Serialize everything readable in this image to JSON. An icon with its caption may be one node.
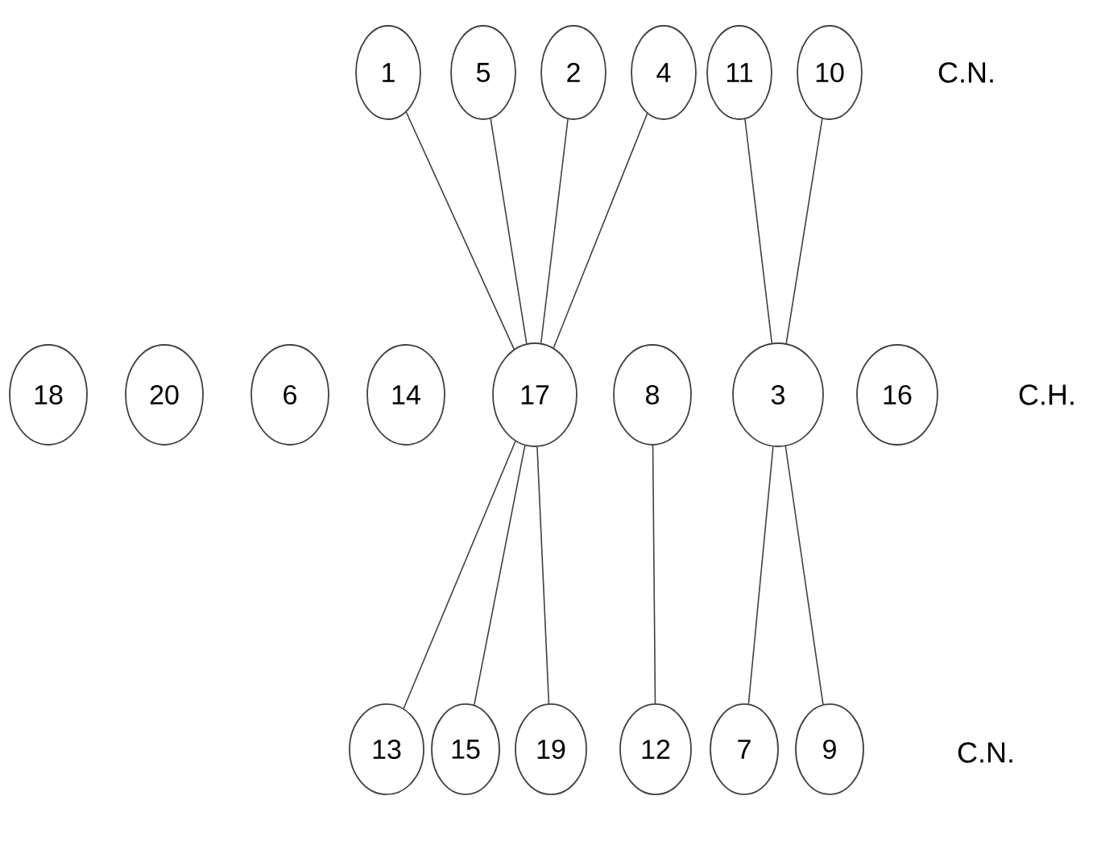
{
  "diagram": {
    "nodes": [
      {
        "text": [
          "1"
        ]
      },
      {
        "text": [
          "5"
        ]
      },
      {
        "text": [
          "2"
        ]
      },
      {
        "text": [
          "4"
        ]
      },
      {
        "text": [
          "11"
        ]
      },
      {
        "text": [
          "10"
        ]
      },
      {
        "text": [
          "18"
        ]
      },
      {
        "text": [
          "20"
        ]
      },
      {
        "text": [
          "6"
        ]
      },
      {
        "text": [
          "14"
        ]
      },
      {
        "text": [
          "17"
        ]
      },
      {
        "text": [
          "8"
        ]
      },
      {
        "text": [
          "3"
        ]
      },
      {
        "text": [
          "16"
        ]
      },
      {
        "text": [
          "13"
        ]
      },
      {
        "text": [
          "15"
        ]
      },
      {
        "text": [
          "19"
        ]
      },
      {
        "text": [
          "12"
        ]
      },
      {
        "text": [
          "7"
        ]
      },
      {
        "text": [
          "9"
        ]
      }
    ],
    "edges": [
      {
        "from": 0,
        "to": 10,
        "arrow": "none"
      },
      {
        "from": 1,
        "to": 10,
        "arrow": "none"
      },
      {
        "from": 2,
        "to": 10,
        "arrow": "none"
      },
      {
        "from": 3,
        "to": 10,
        "arrow": "none"
      },
      {
        "from": 4,
        "to": 12,
        "arrow": "none"
      },
      {
        "from": 5,
        "to": 12,
        "arrow": "none"
      },
      {
        "from": 10,
        "to": 14,
        "arrow": "none"
      },
      {
        "from": 10,
        "to": 15,
        "arrow": "none"
      },
      {
        "from": 10,
        "to": 16,
        "arrow": "none"
      },
      {
        "from": 11,
        "to": 17,
        "arrow": "none"
      },
      {
        "from": 12,
        "to": 18,
        "arrow": "none"
      },
      {
        "from": 12,
        "to": 19,
        "arrow": "none"
      }
    ],
    "labels": [
      "C.N.",
      "C.H.",
      "C.N."
    ]
  }
}
